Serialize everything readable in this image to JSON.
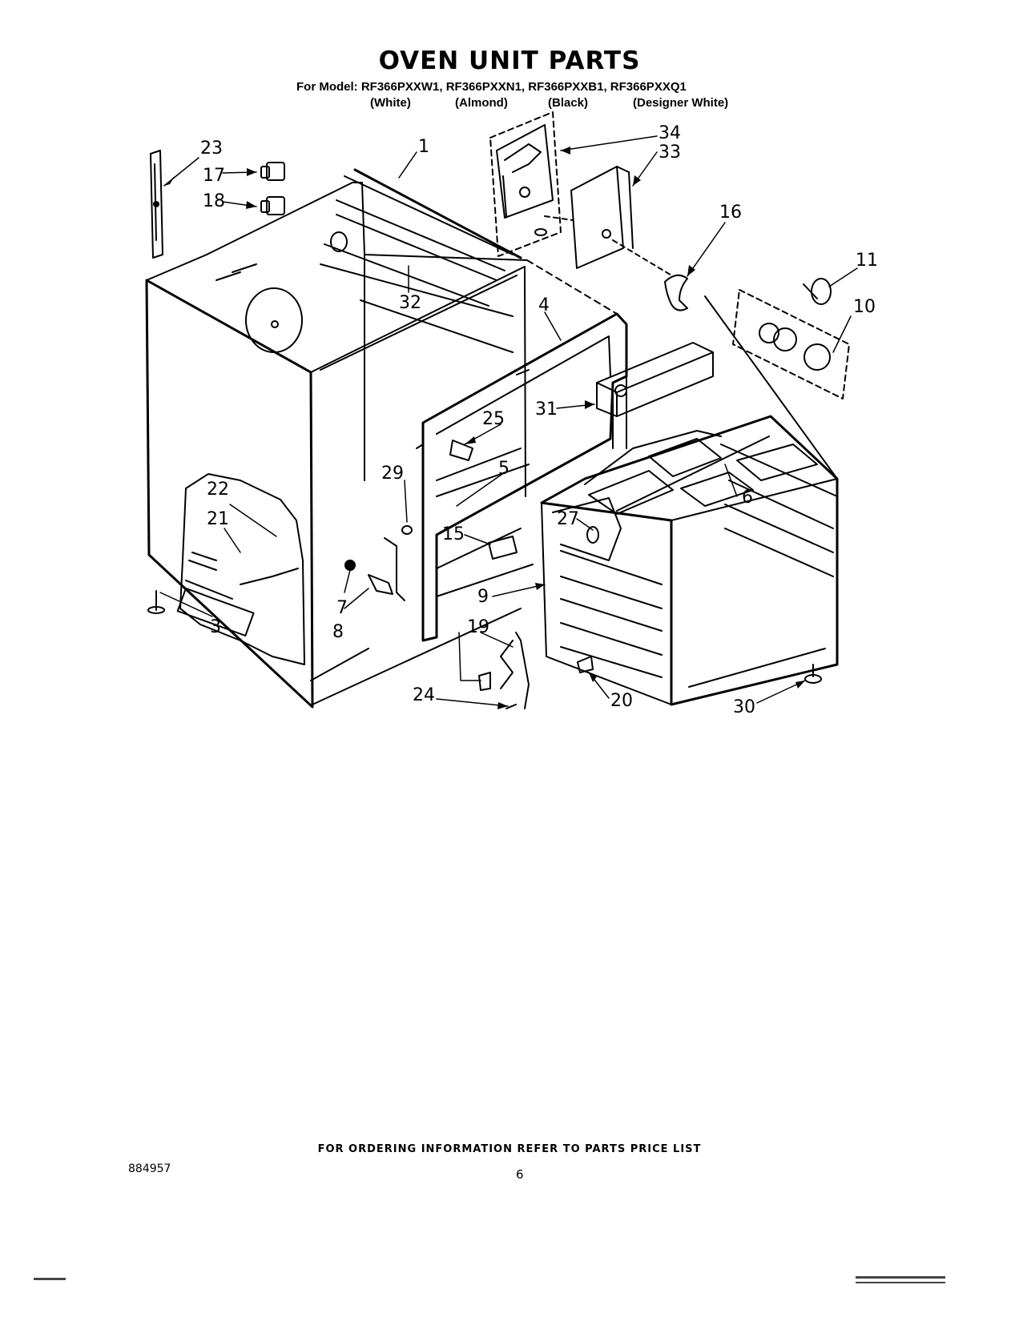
{
  "header": {
    "title": "OVEN UNIT PARTS",
    "models_line": "For Model: RF366PXXW1, RF366PXXN1, RF366PXXB1, RF366PXXQ1",
    "colors": [
      "(White)",
      "(Almond)",
      "(Black)",
      "(Designer White)"
    ]
  },
  "callouts": [
    "1",
    "3",
    "4",
    "5",
    "6",
    "7",
    "8",
    "9",
    "10",
    "11",
    "15",
    "16",
    "17",
    "18",
    "19",
    "20",
    "21",
    "22",
    "23",
    "24",
    "25",
    "27",
    "29",
    "30",
    "31",
    "32",
    "33",
    "34"
  ],
  "footer": {
    "ordering_note": "FOR ORDERING INFORMATION REFER TO PARTS PRICE LIST",
    "document_number": "884957",
    "page_number": "6"
  },
  "colors": {
    "ink": "#000000",
    "paper": "#ffffff"
  }
}
